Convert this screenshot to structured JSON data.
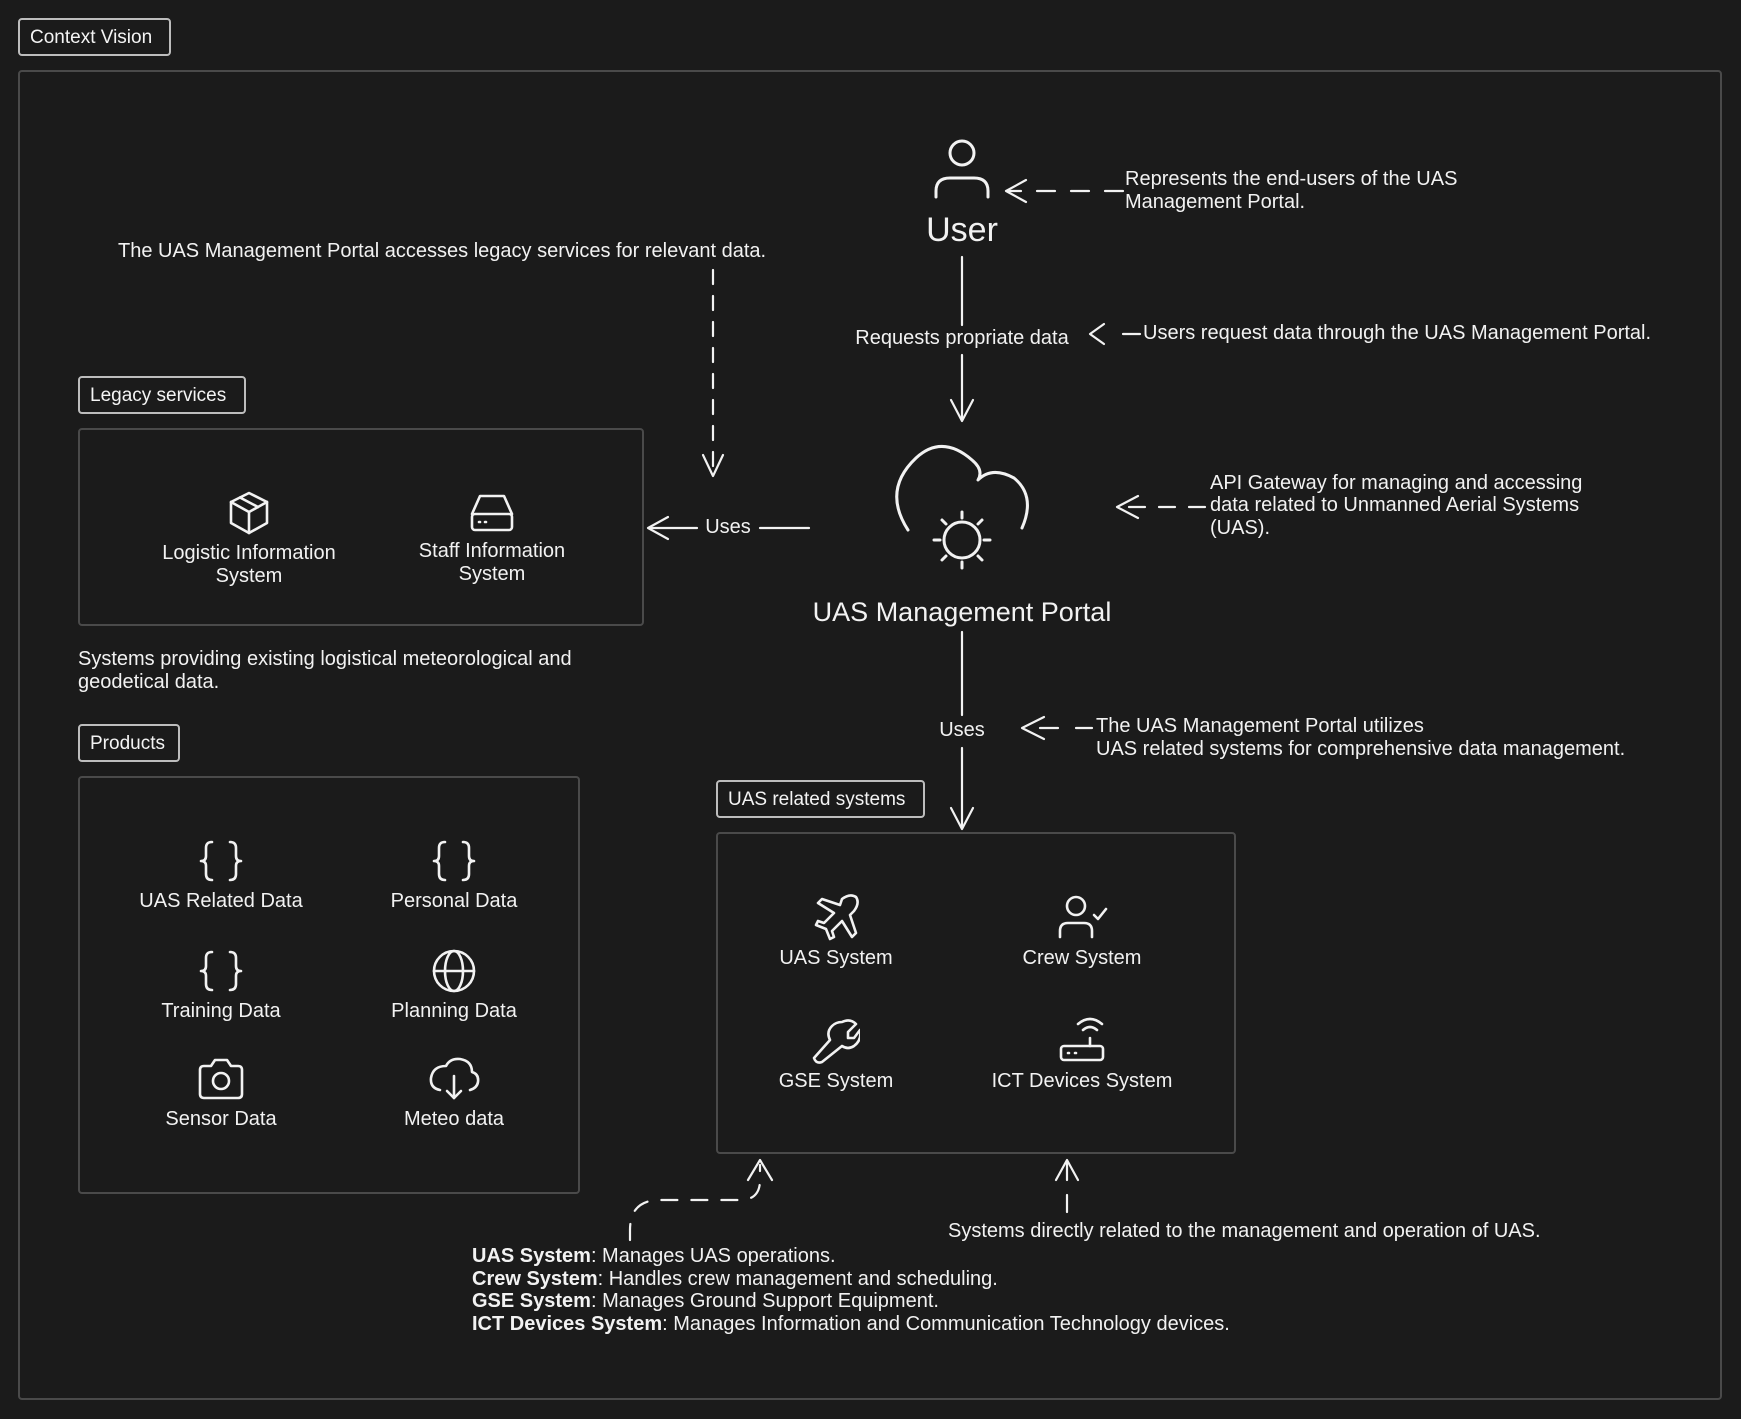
{
  "title_tag": "Context Vision",
  "user": {
    "label": "User",
    "note_line1": "Represents the end-users of the UAS",
    "note_line2": "Management Portal."
  },
  "requests": {
    "label": "Requests propriate data",
    "note": "Users request data through the UAS Management Portal."
  },
  "legacy_note": "The UAS Management Portal accesses legacy services for relevant data.",
  "portal": {
    "label": "UAS Management Portal",
    "note_line1": "API Gateway for managing and accessing",
    "note_line2": "data related to Unmanned Aerial Systems",
    "note_line3": "(UAS)."
  },
  "uses_left": "Uses",
  "uses_down": "Uses",
  "uses_note_line1": "The UAS Management Portal utilizes",
  "uses_note_line2": "UAS related systems for comprehensive data management.",
  "legacy": {
    "tag": "Legacy services",
    "items": [
      {
        "line1": "Logistic Information",
        "line2": "System",
        "icon": "box-icon"
      },
      {
        "line1": "Staff Information",
        "line2": "System",
        "icon": "server-icon"
      }
    ],
    "desc_line1": "Systems providing existing logistical meteorological and",
    "desc_line2": "geodetical data."
  },
  "products": {
    "tag": "Products",
    "items": [
      {
        "label": "UAS Related Data",
        "icon": "braces-icon"
      },
      {
        "label": "Personal Data",
        "icon": "braces-icon"
      },
      {
        "label": "Training Data",
        "icon": "braces-icon"
      },
      {
        "label": "Planning Data",
        "icon": "globe-icon"
      },
      {
        "label": "Sensor Data",
        "icon": "camera-icon"
      },
      {
        "label": "Meteo data",
        "icon": "cloud-download-icon"
      }
    ]
  },
  "uas_systems": {
    "tag": "UAS related systems",
    "items": [
      {
        "label": "UAS System",
        "icon": "plane-icon"
      },
      {
        "label": "Crew System",
        "icon": "user-check-icon"
      },
      {
        "label": "GSE System",
        "icon": "wrench-icon"
      },
      {
        "label": "ICT Devices System",
        "icon": "router-icon"
      }
    ],
    "note": "Systems directly related to the management and operation of UAS."
  },
  "descriptions": [
    {
      "name": "UAS System",
      "text": ": Manages UAS operations."
    },
    {
      "name": "Crew System",
      "text": ": Handles crew management and scheduling."
    },
    {
      "name": "GSE System",
      "text": ": Manages Ground Support Equipment."
    },
    {
      "name": "ICT Devices System",
      "text": ": Manages Information and Communication Technology devices."
    }
  ]
}
